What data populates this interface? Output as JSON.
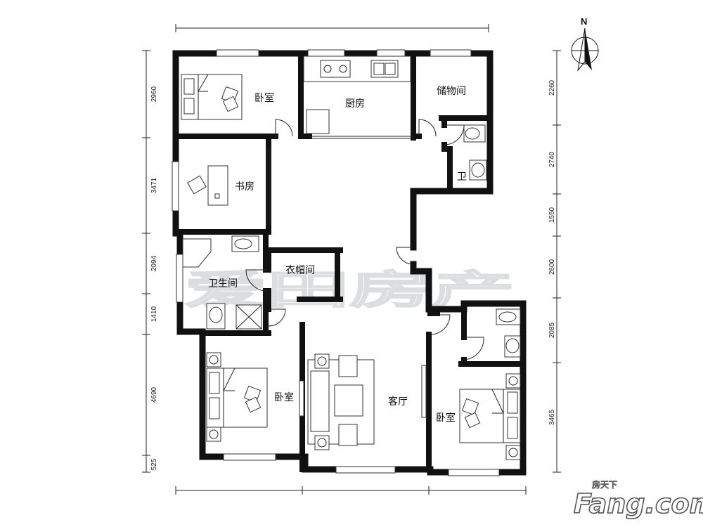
{
  "rooms": {
    "bedroom_nw": "卧室",
    "kitchen": "厨房",
    "storage": "储物间",
    "wc_small": "卫",
    "study": "书房",
    "bathroom": "卫生间",
    "cloakroom": "衣帽间",
    "living": "客厅",
    "bedroom_sw": "卧室",
    "bedroom_se": "卧室"
  },
  "dimensions": {
    "left": [
      "2960",
      "3471",
      "2094",
      "1410",
      "4690",
      "525"
    ],
    "right": [
      "2260",
      "2740",
      "1550",
      "2600",
      "2085",
      "3465"
    ]
  },
  "compass": {
    "label": "N"
  },
  "watermark": "爱田房产",
  "logo": {
    "small": "房天下",
    "big": "Fang.com"
  }
}
